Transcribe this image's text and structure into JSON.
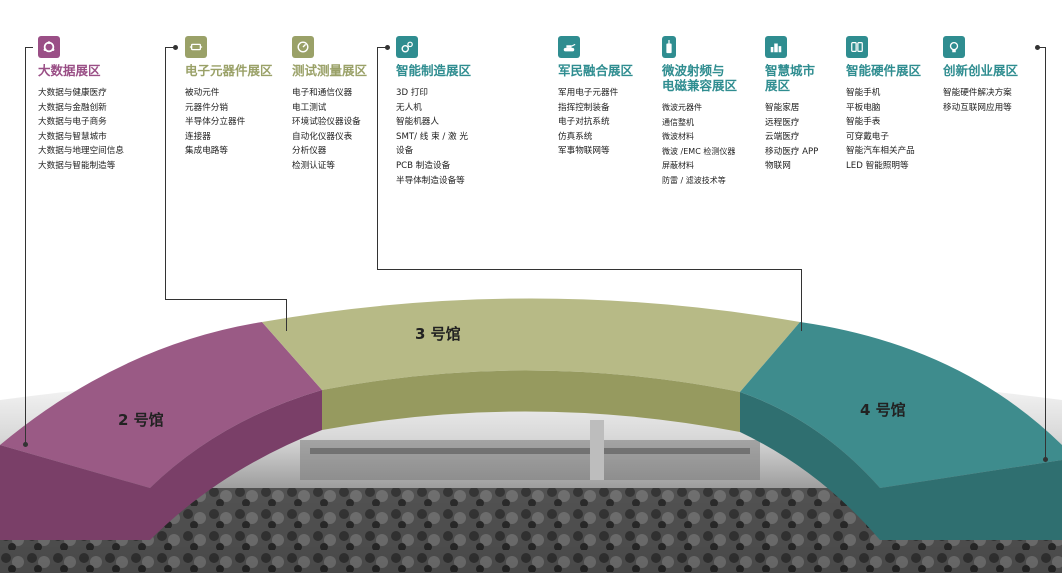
{
  "zones": [
    {
      "title": "大数据展区",
      "items": [
        "大数据与健康医疗",
        "大数据与金融创新",
        "大数据与电子商务",
        "大数据与智慧城市",
        "大数据与地理空间信息",
        "大数据与智能制造等"
      ],
      "icon": "cycle-icon",
      "color": "#9a4f86"
    },
    {
      "title": "电子元器件展区",
      "items": [
        "被动元件",
        "元器件分销",
        "半导体分立器件",
        "连接器",
        "集成电路等"
      ],
      "icon": "component-icon",
      "color": "#9aa168"
    },
    {
      "title": "测试测量展区",
      "items": [
        "电子和通信仪器",
        "电工测试",
        "环境试验仪器设备",
        "自动化仪器仪表",
        "分析仪器",
        "检测认证等"
      ],
      "icon": "gauge-icon",
      "color": "#9aa168"
    },
    {
      "title": "智能制造展区",
      "items": [
        "3D 打印",
        "无人机",
        "智能机器人",
        "SMT/ 线 束 / 激 光",
        "设备",
        "PCB 制造设备",
        "半导体制造设备等"
      ],
      "icon": "gears-icon",
      "color": "#2f8d90"
    },
    {
      "title": "军民融合展区",
      "items": [
        "军用电子元器件",
        "指挥控制装备",
        "电子对抗系统",
        "仿真系统",
        "军事物联网等"
      ],
      "icon": "tank-icon",
      "color": "#2f8d90"
    },
    {
      "title_lines": [
        "微波射频与",
        "电磁兼容展区"
      ],
      "items": [
        "微波元器件",
        "通信整机",
        "微波材料",
        "微波 /EMC 检测仪器",
        "屏蔽材料",
        "防雷 / 滤波技术等"
      ],
      "icon": "antenna-icon",
      "color": "#2f8d90"
    },
    {
      "title_lines": [
        "智慧城市",
        "展区"
      ],
      "items": [
        "智能家居",
        "远程医疗",
        "云端医疗",
        "移动医疗 APP",
        "物联网"
      ],
      "icon": "city-icon",
      "color": "#2f8d90"
    },
    {
      "title": "智能硬件展区",
      "items": [
        "智能手机",
        "平板电脑",
        "智能手表",
        "可穿戴电子",
        "智能汽车相关产品",
        "LED 智能照明等"
      ],
      "icon": "devices-icon",
      "color": "#2f8d90"
    },
    {
      "title": "创新创业展区",
      "items": [
        "智能硬件解决方案",
        "移动互联网应用等"
      ],
      "icon": "bulb-icon",
      "color": "#2f8d90"
    }
  ],
  "halls": {
    "hall2": {
      "label": "2 号馆",
      "color": "#9a5a85"
    },
    "hall3": {
      "label": "3 号馆",
      "color": "#b7ba86"
    },
    "hall4": {
      "label": "4 号馆",
      "color": "#3e8c8d"
    }
  }
}
